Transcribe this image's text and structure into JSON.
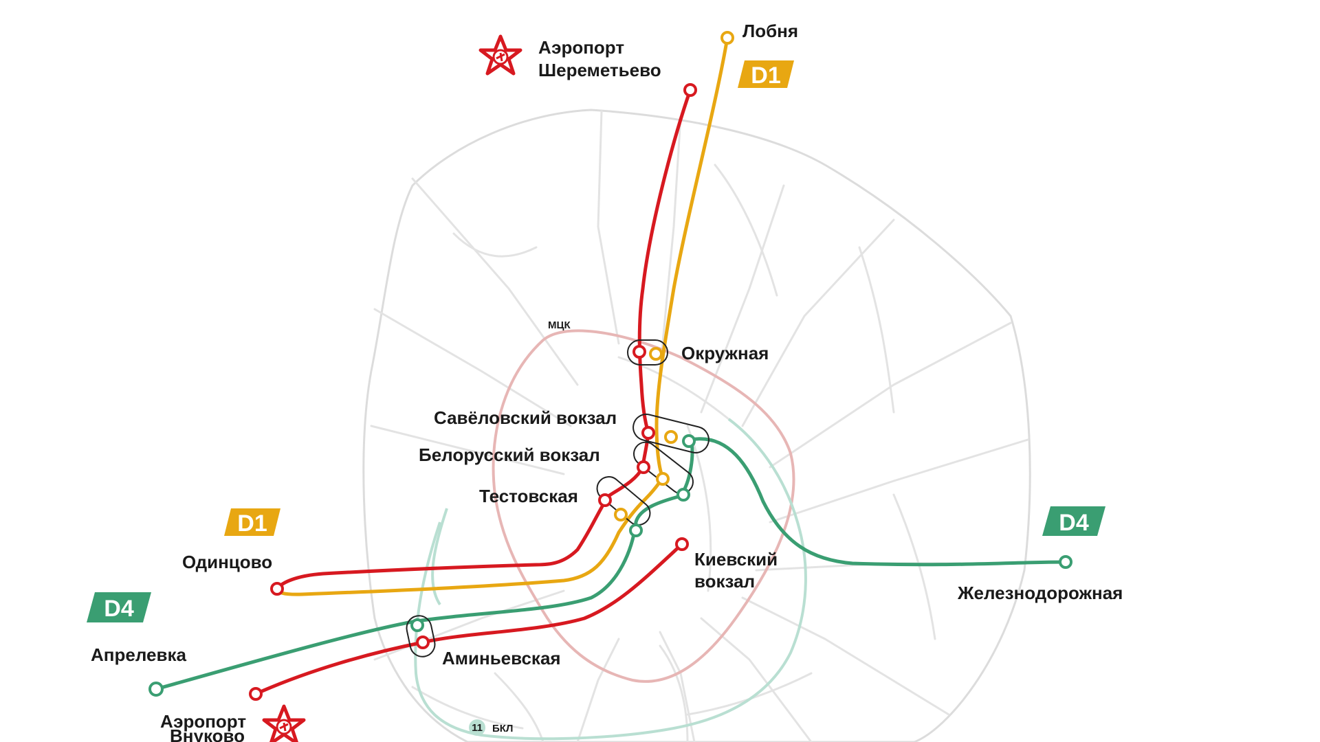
{
  "colors": {
    "d1_red": "#d71920",
    "d1_yellow": "#e8a712",
    "d4_green": "#3a9e72",
    "mck_ring": "#e7b6b5",
    "bkl_ring": "#b9dfd2",
    "roads": "#e3e3e3",
    "transfer_outline": "#222222"
  },
  "lines": {
    "d1_top_badge": "D1",
    "d1_left_badge": "D1",
    "d4_right_badge": "D4",
    "d4_left_badge": "D4"
  },
  "rings": {
    "mck_label": "МЦК",
    "bkl_label": "БКЛ",
    "bkl_number": "11"
  },
  "airports": {
    "sheremetyevo_line1": "Аэропорт",
    "sheremetyevo_line2": "Шереметьево",
    "vnukovo_line1": "Аэропорт",
    "vnukovo_line2": "Внуково",
    "icon": "star-airport-icon"
  },
  "stations": {
    "lobnya": "Лобня",
    "okruzhnaya": "Окружная",
    "savelovsky": "Савёловский вокзал",
    "belorussky": "Белорусский вокзал",
    "testovskaya": "Тестовская",
    "odintsovo": "Одинцово",
    "kievsky_line1": "Киевский",
    "kievsky_line2": "вокзал",
    "zheleznodorozhnaya": "Железнодорожная",
    "aprelevka": "Апрелевка",
    "aminyevskaya": "Аминьевская"
  }
}
